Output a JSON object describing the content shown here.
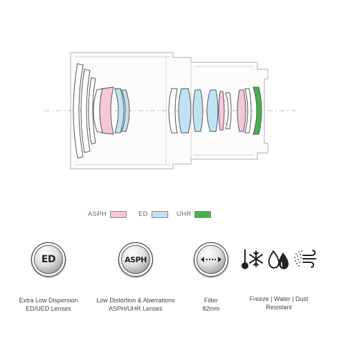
{
  "legend": [
    {
      "label": "ASPH",
      "color": "#f4c8d8"
    },
    {
      "label": "ED",
      "color": "#bfe2f4"
    },
    {
      "label": "UHR",
      "color": "#43b24b"
    }
  ],
  "features": [
    {
      "badge": "ED",
      "line1": "Extra Low Dispersion",
      "line2": "ED/UED Lenses",
      "icon": "ed-badge-icon"
    },
    {
      "badge": "ASPH",
      "line1": "Low Distortion & Aberrations",
      "line2": "ASPH/UHR Lenses",
      "icon": "asph-badge-icon"
    },
    {
      "badge": "",
      "line1": "Filter",
      "line2": "82mm",
      "icon": "filter-icon"
    },
    {
      "badge": "",
      "line1": "Freeze | Water | Dust",
      "line2": "Resistant",
      "icon": "weather-icons"
    }
  ],
  "colors": {
    "barrel_stroke": "#c9c9c9",
    "element_stroke": "#555555",
    "axis": "#bdbdbd"
  }
}
